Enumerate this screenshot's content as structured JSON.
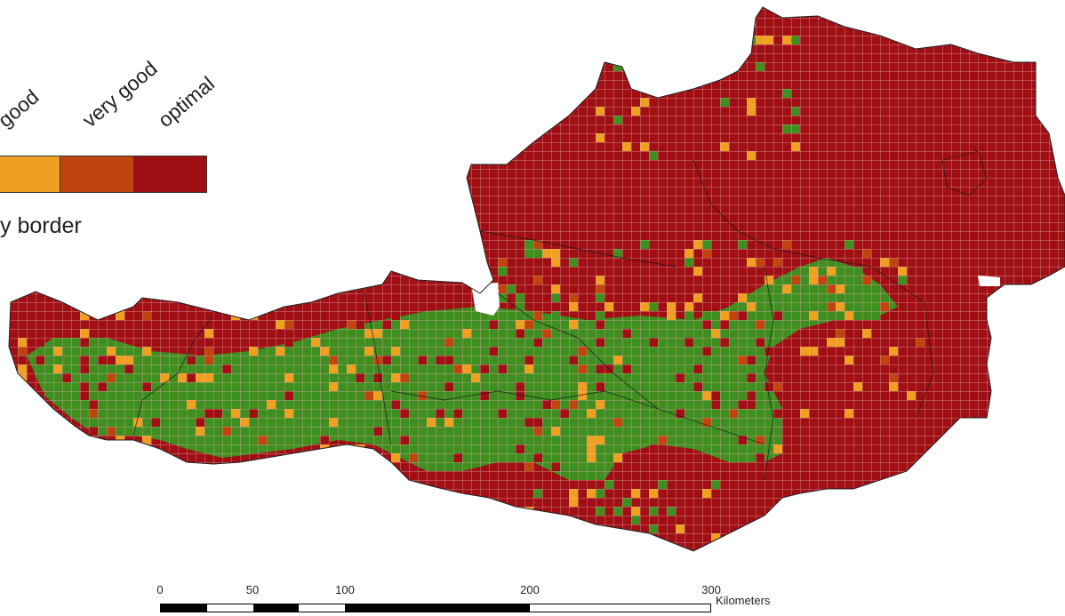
{
  "legend": {
    "classes": [
      {
        "label": "good",
        "color": "#f0a020"
      },
      {
        "label": "very good",
        "color": "#c0440e"
      },
      {
        "label": "optimal",
        "color": "#a00f14"
      }
    ],
    "border_label": "y border"
  },
  "map": {
    "unsuitable_color": "#3e8f1f",
    "cell_grid_color": "#e8b0b0"
  },
  "scale_bar": {
    "ticks": [
      "0",
      "50",
      "100",
      "200",
      "300"
    ],
    "unit": "Kilometers"
  }
}
